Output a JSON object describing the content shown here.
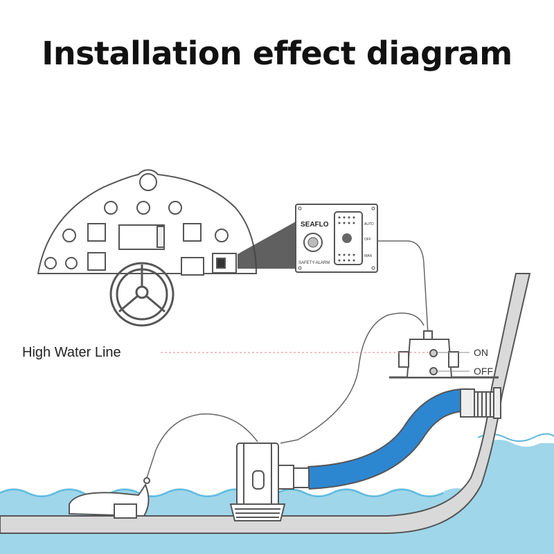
{
  "title": "Installation effect diagram",
  "labels": {
    "high_water_line": "High Water Line",
    "on": "ON",
    "off": "OFF"
  },
  "panel": {
    "brand": "SEAFLO",
    "alarm": "SAFETY ALARM",
    "auto": "AUTO",
    "off": "OFF",
    "man": "MAN"
  },
  "colors": {
    "water": "#9fd6ea",
    "wave": "#5ab8dd",
    "hose": "#2d86d0",
    "line": "#555555",
    "hull_fill": "#d9d9d9",
    "dotted_line": "#e88080"
  }
}
